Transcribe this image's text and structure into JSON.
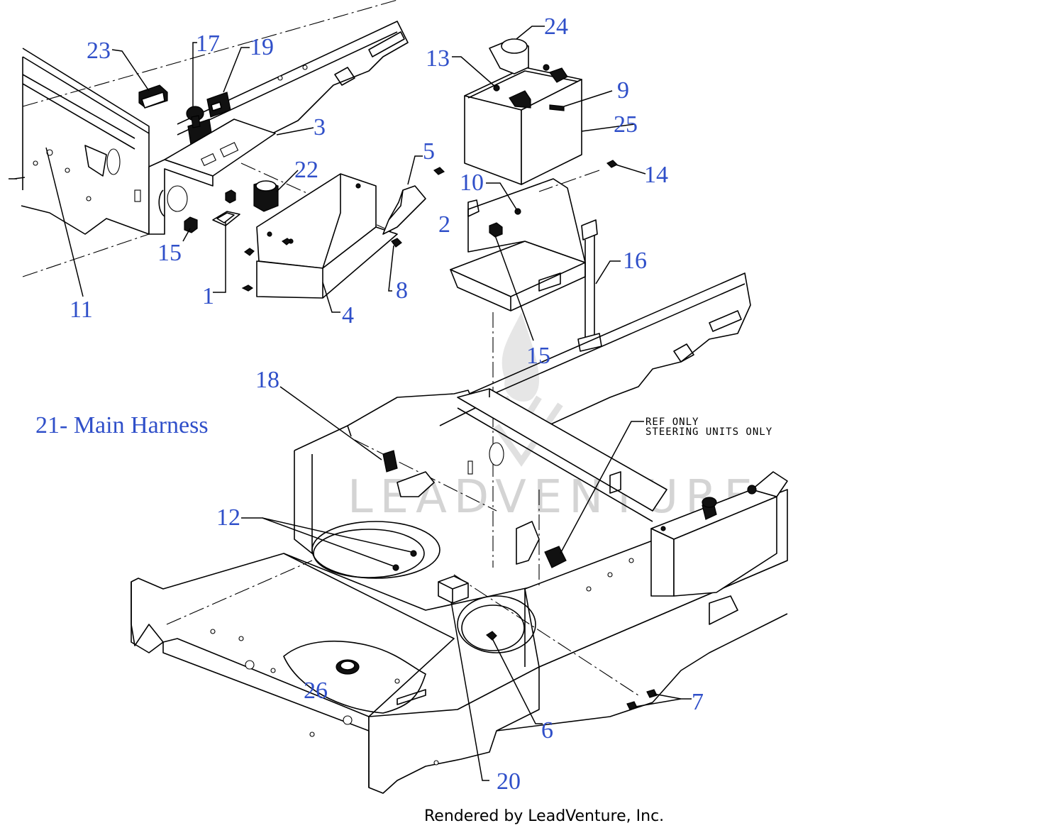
{
  "callouts": [
    {
      "id": "c1",
      "label": "1"
    },
    {
      "id": "c2",
      "label": "2"
    },
    {
      "id": "c3",
      "label": "3"
    },
    {
      "id": "c4",
      "label": "4"
    },
    {
      "id": "c5",
      "label": "5"
    },
    {
      "id": "c6",
      "label": "6"
    },
    {
      "id": "c7",
      "label": "7"
    },
    {
      "id": "c8",
      "label": "8"
    },
    {
      "id": "c9",
      "label": "9"
    },
    {
      "id": "c10",
      "label": "10"
    },
    {
      "id": "c11",
      "label": "11"
    },
    {
      "id": "c12",
      "label": "12"
    },
    {
      "id": "c13",
      "label": "13"
    },
    {
      "id": "c14",
      "label": "14"
    },
    {
      "id": "c15a",
      "label": "15"
    },
    {
      "id": "c15b",
      "label": "15"
    },
    {
      "id": "c16",
      "label": "16"
    },
    {
      "id": "c17",
      "label": "17"
    },
    {
      "id": "c18",
      "label": "18"
    },
    {
      "id": "c19",
      "label": "19"
    },
    {
      "id": "c20",
      "label": "20"
    },
    {
      "id": "c22",
      "label": "22"
    },
    {
      "id": "c23",
      "label": "23"
    },
    {
      "id": "c24",
      "label": "24"
    },
    {
      "id": "c25",
      "label": "25"
    },
    {
      "id": "c26",
      "label": "26"
    }
  ],
  "harness_label": "21- Main Harness",
  "ref_note": {
    "line1": "REF ONLY",
    "line2": "STEERING UNITS ONLY"
  },
  "watermark": "LEADVENTURE",
  "footer": "Rendered by LeadVenture, Inc.",
  "colors": {
    "callout": "#2f4fc9",
    "linework": "#000000",
    "watermark": "#d4d4d4"
  }
}
